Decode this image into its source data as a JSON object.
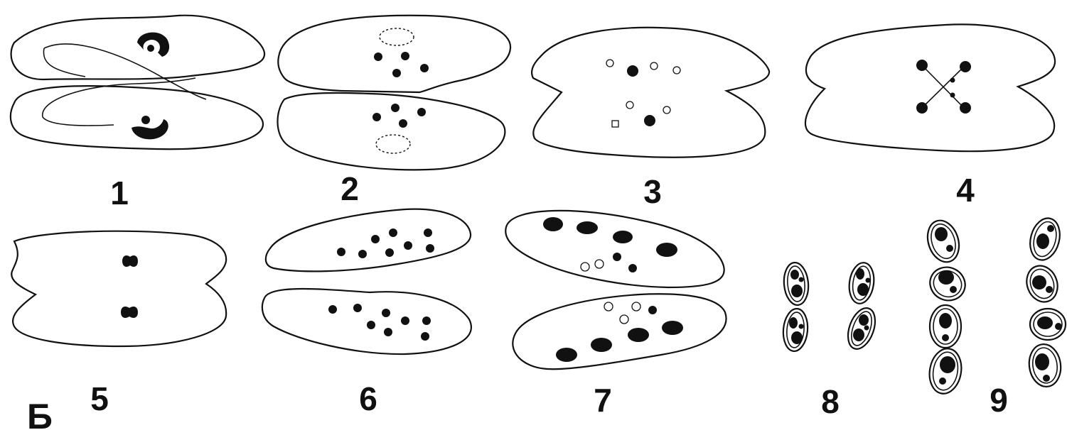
{
  "figure": {
    "panel_letter": "Б",
    "stage_labels": [
      "1",
      "2",
      "3",
      "4",
      "5",
      "6",
      "7",
      "8",
      "9"
    ]
  }
}
